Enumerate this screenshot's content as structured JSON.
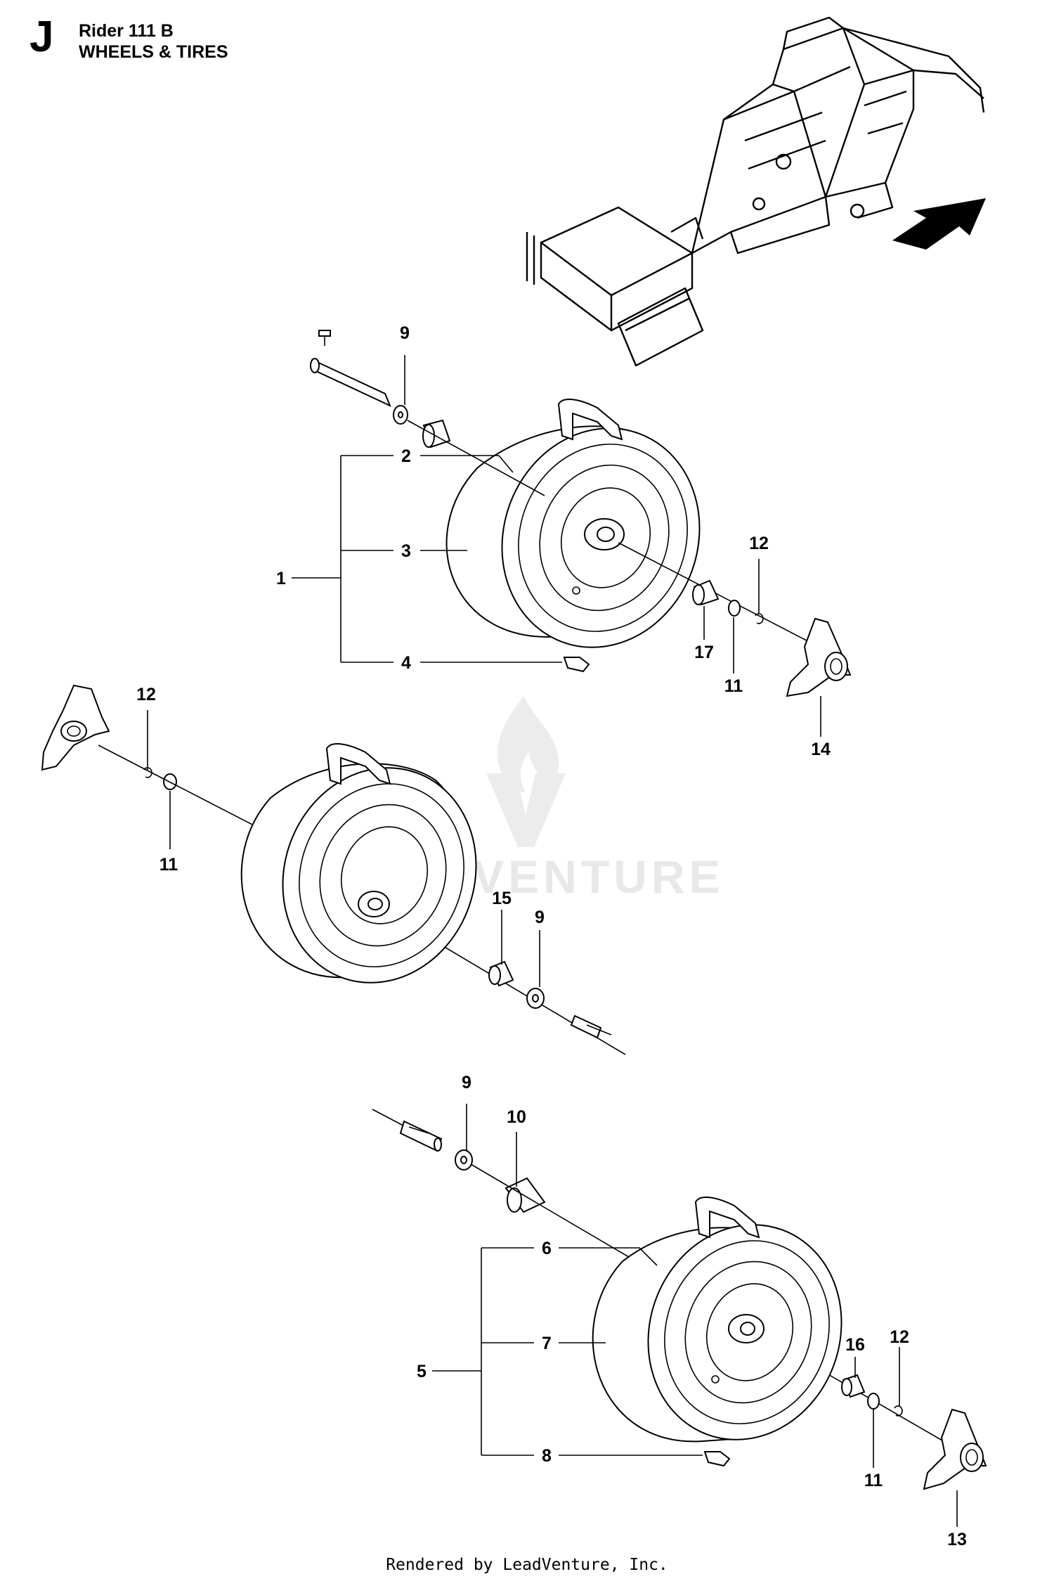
{
  "header": {
    "section_letter": "J",
    "model": "Rider 111 B",
    "title": "WHEELS & TIRES"
  },
  "watermark": "LEADVENTURE",
  "footer": "Rendered by LeadVenture, Inc.",
  "callouts": {
    "top_wheel": {
      "c9": "9",
      "c2": "2",
      "c3": "3",
      "c1": "1",
      "c4": "4",
      "c12": "12",
      "c17": "17",
      "c11": "11",
      "c14": "14"
    },
    "middle_wheel": {
      "c12": "12",
      "c11": "11",
      "c15": "15",
      "c9": "9"
    },
    "bottom_wheel": {
      "c9": "9",
      "c10": "10",
      "c6": "6",
      "c7": "7",
      "c5": "5",
      "c8": "8",
      "c16": "16",
      "c12": "12",
      "c11": "11",
      "c13": "13"
    }
  },
  "colors": {
    "ink": "#000000",
    "watermark": "#e8e8e8",
    "background": "#ffffff"
  }
}
